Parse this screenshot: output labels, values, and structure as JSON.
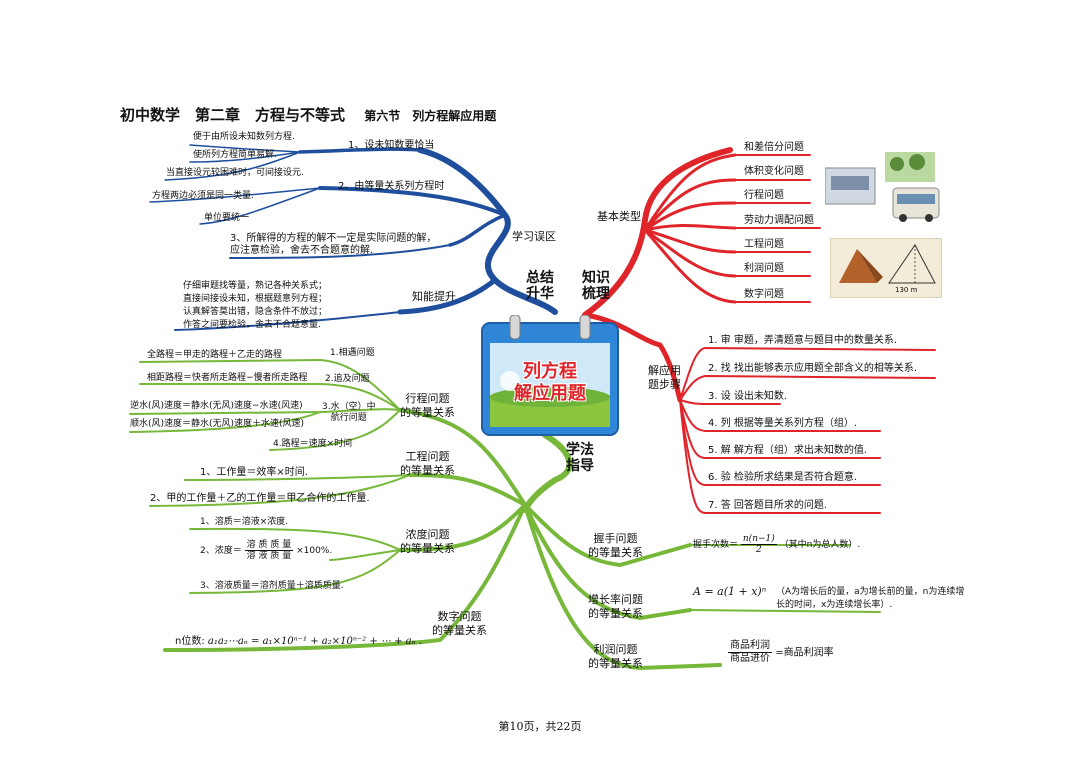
{
  "header": {
    "title": "初中数学　第二章　方程与不等式",
    "section": "第六节　列方程解应用题"
  },
  "center": {
    "title_line1": "列方程",
    "title_line2": "解应用题"
  },
  "branches": {
    "summary": "总结\n升华",
    "knowledge": "知识\n梳理",
    "guidance": "学法\n指导"
  },
  "misconceptions": {
    "label": "学习误区",
    "item1": {
      "title": "1、设未知数要恰当",
      "notes": [
        "便于由所设未知数列方程.",
        "使所列方程简单易解.",
        "当直接设元较困难时，可间接设元."
      ]
    },
    "item2": {
      "title": "2、由等量关系列方程时",
      "notes": [
        "方程两边必须是同一类量.",
        "单位要统一"
      ]
    },
    "item3": {
      "title": "3、所解得的方程的解不一定是实际问题的解，\n应注意检验，舍去不合题意的解."
    }
  },
  "ability": {
    "label": "知能提升",
    "lines": [
      "仔细审题找等量，熟记各种关系式；",
      "直接间接设未知，根据题意列方程；",
      "认真解答莫出错，隐含条件不放过；",
      "作答之间要检验，舍去不合题意量."
    ]
  },
  "basic_types": {
    "label": "基本类型",
    "items": [
      "和差倍分问题",
      "体积变化问题",
      "行程问题",
      "劳动力调配问题",
      "工程问题",
      "利润问题",
      "数字问题"
    ],
    "diagram_label": "130 m"
  },
  "steps": {
    "label": "解应用\n题步骤",
    "items": [
      "1. 审  审题，弄清题意与题目中的数量关系.",
      "2. 找  找出能够表示应用题全部含义的相等关系.",
      "3. 设  设出未知数.",
      "4. 列  根据等量关系列方程（组）.",
      "5. 解  解方程（组）求出未知数的值.",
      "6. 验  检验所求结果是否符合题意.",
      "7. 答  回答题目所求的问题."
    ]
  },
  "travel": {
    "label": "行程问题\n的等量关系",
    "meet": {
      "title": "1.相遇问题",
      "note": "全路程＝甲走的路程＋乙走的路程"
    },
    "chase": {
      "title": "2.追及问题",
      "note": "相距路程＝快者所走路程−慢者所走路程"
    },
    "wind": {
      "title": "3.水（空）中\n航行问题",
      "note_a": "逆水(风)速度＝静水(无风)速度−水速(风速)",
      "note_b": "顺水(风)速度＝静水(无风)速度＋水速(风速)"
    },
    "basic": "4.路程＝速度×时间"
  },
  "work": {
    "label": "工程问题\n的等量关系",
    "items": [
      "1、工作量＝效率×时间.",
      "2、甲的工作量＋乙的工作量＝甲乙合作的工作量."
    ]
  },
  "concentration": {
    "label": "浓度问题\n的等量关系",
    "item1": "1、溶质＝溶液×浓度.",
    "item2_prefix": "2、浓度＝",
    "item2_num": "溶 质 质 量",
    "item2_den": "溶 液 质 量",
    "item2_suffix": "×100%.",
    "item3": "3、溶液质量＝溶剂质量＋溶质质量."
  },
  "digits": {
    "label": "数字问题\n的等量关系",
    "formula_prefix": "n位数:",
    "formula": "a₁a₂⋯aₙ = a₁×10ⁿ⁻¹ + a₂×10ⁿ⁻² + ⋯ + aₙ ."
  },
  "handshake": {
    "label": "握手问题\n的等量关系",
    "prefix": "握手次数＝",
    "num": "n(n−1)",
    "den": "2",
    "suffix": "（其中n为总人数）."
  },
  "growth": {
    "label": "增长率问题\n的等量关系",
    "formula": "A = a(1 + x)ⁿ",
    "note": "（A为增长后的量，a为增长前的量，n为连续增\n长的时间，x为连续增长率）."
  },
  "profit": {
    "label": "利润问题\n的等量关系",
    "num": "商品利润",
    "den": "商品进价",
    "suffix": "=商品利润率"
  },
  "footer": {
    "page": "第10页，共22页"
  },
  "colors": {
    "blue": "#1f4f9c",
    "red": "#e0252a",
    "green": "#77b83a",
    "calendar_blue": "#2f86d6"
  }
}
